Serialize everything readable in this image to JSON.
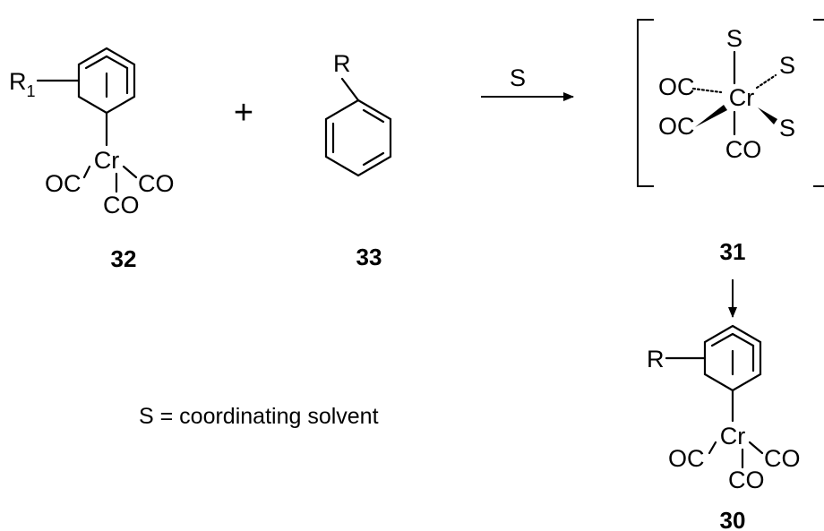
{
  "scheme": {
    "compounds": {
      "c32": {
        "number": "32",
        "substituent": "R",
        "substituent_sub": "1",
        "metal": "Cr",
        "ligand_left": "OC",
        "ligand_right": "CO",
        "ligand_bottom": "CO"
      },
      "c33": {
        "number": "33",
        "substituent": "R"
      },
      "c31": {
        "number": "31",
        "metal": "Cr",
        "solvent_top": "S",
        "solvent_right_upper": "S",
        "solvent_right_lower": "S",
        "carbonyl_left_upper": "OC",
        "carbonyl_left_lower": "OC",
        "carbonyl_bottom": "CO"
      },
      "c30": {
        "number": "30",
        "substituent": "R",
        "metal": "Cr",
        "ligand_left": "OC",
        "ligand_right": "CO",
        "ligand_bottom": "CO"
      }
    },
    "plus_sign": "+",
    "arrow_label": "S",
    "legend": "S = coordinating solvent",
    "color": "#000000"
  }
}
